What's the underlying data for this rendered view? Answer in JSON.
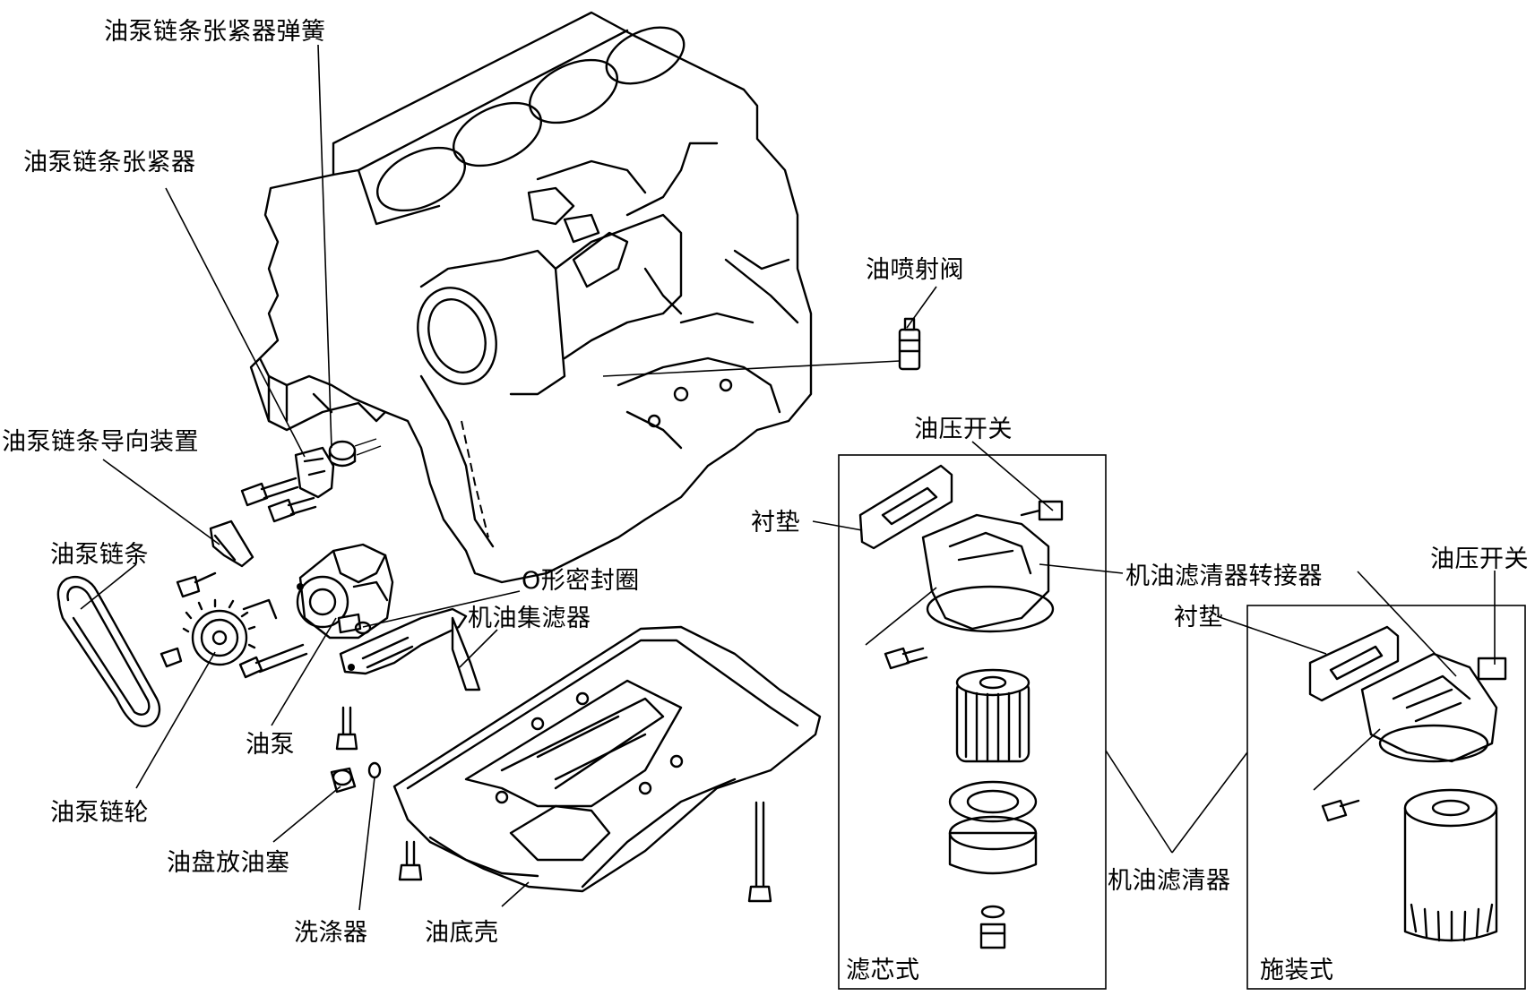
{
  "labels": {
    "spring": "油泵链条张紧器弹簧",
    "tensioner": "油泵链条张紧器",
    "jet": "油喷射阀",
    "guide": "油泵链条导向装置",
    "chain": "油泵链条",
    "oring": "O形密封圈",
    "strainer": "机油集滤器",
    "pump": "油泵",
    "sprocket": "油泵链轮",
    "drain": "油盘放油塞",
    "washer": "洗涤器",
    "pan": "油底壳",
    "switch_left": "油压开关",
    "gasket_left": "衬垫",
    "adapter": "机油滤清器转接器",
    "switch_right": "油压开关",
    "gasket_right": "衬垫",
    "filter": "机油滤清器",
    "cartridge": "滤芯式",
    "spinon": "施装式"
  }
}
